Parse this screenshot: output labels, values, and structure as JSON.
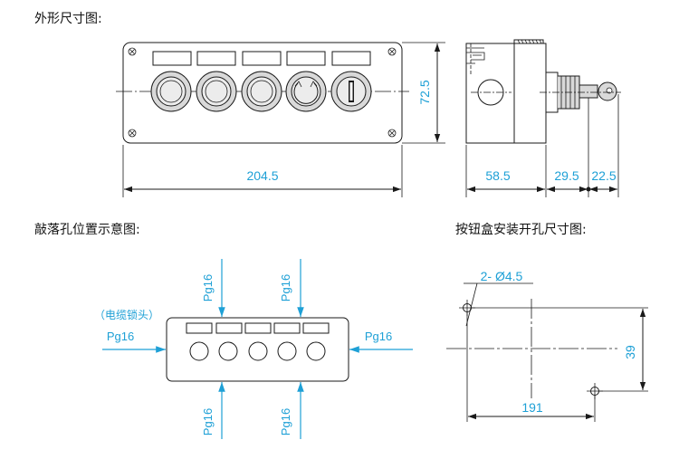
{
  "headings": {
    "outline_dims": "外形尺寸图:",
    "knockout": "敲落孔位置示意图:",
    "mounting": "按钮盒安装开孔尺寸图:"
  },
  "dimensions": {
    "front_width": "204.5",
    "front_height": "72.5",
    "side_depth": "58.5",
    "side_button": "29.5",
    "side_key": "22.5",
    "hole_spec": "2- Ø4.5",
    "hole_pitch_x": "191",
    "hole_pitch_y": "39"
  },
  "knockout": {
    "top_left": "Pg16",
    "top_right": "Pg16",
    "left": "Pg16",
    "right": "Pg16",
    "bottom_left": "Pg16",
    "bottom_right": "Pg16",
    "cable_lock_note": "（电缆锁头）"
  }
}
